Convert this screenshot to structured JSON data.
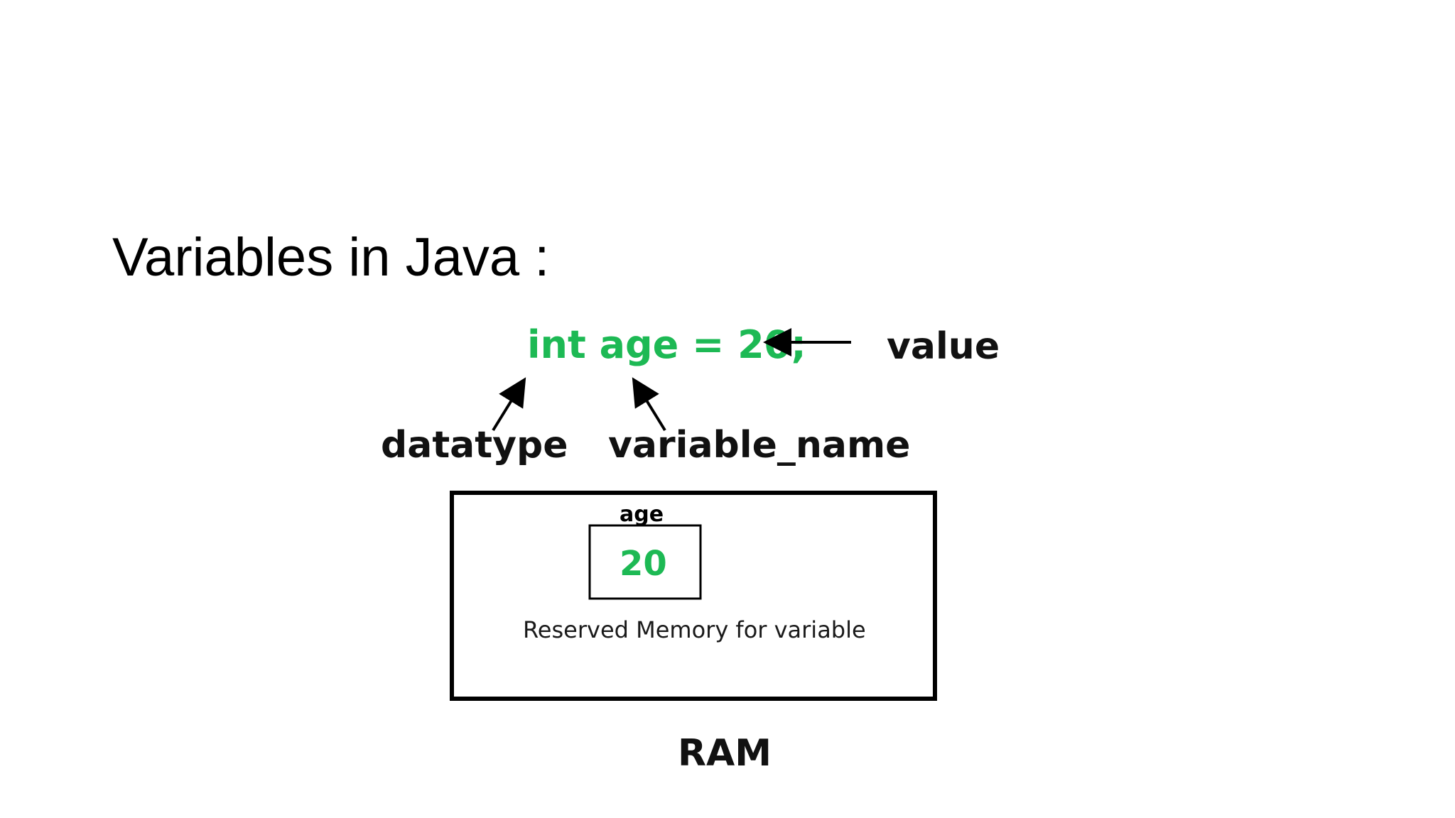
{
  "slide": {
    "title": "Variables in Java :"
  },
  "diagram": {
    "code": "int age = 20;",
    "value_label": "value",
    "datatype_label": "datatype",
    "variable_name_label": "variable_name",
    "cell_name": "age",
    "cell_value": "20",
    "memory_note": "Reserved Memory for variable",
    "ram_label": "RAM"
  },
  "colors": {
    "code_green": "#1db954",
    "text": "#111111",
    "box": "#000000"
  }
}
